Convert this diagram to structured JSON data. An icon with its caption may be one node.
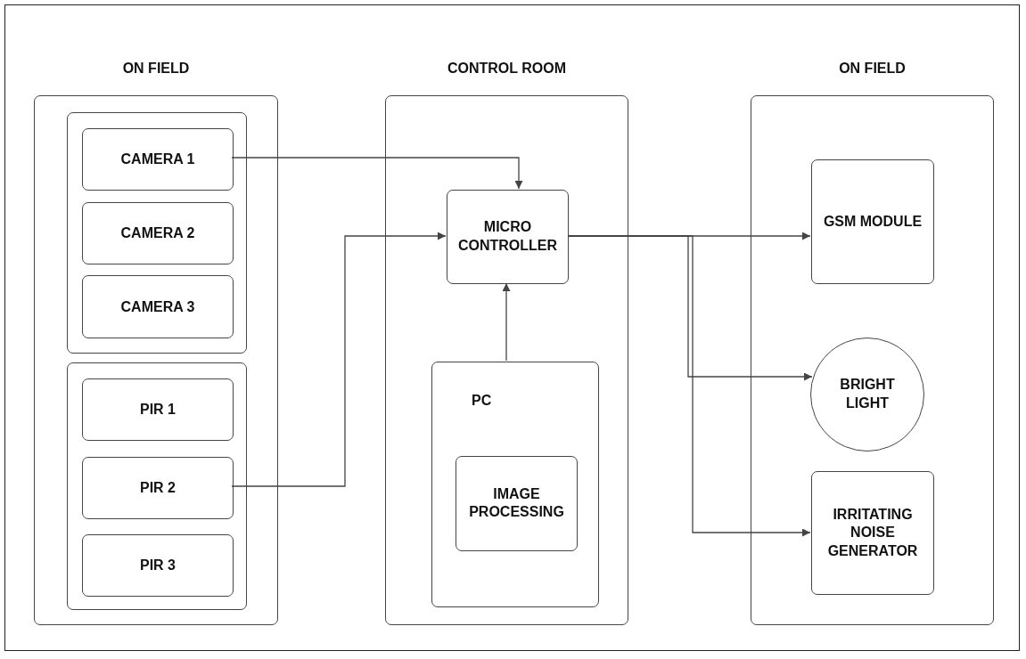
{
  "diagram": {
    "nodes": [
      {
        "text": [
          "ON FIELD"
        ]
      },
      {
        "text": [],
        "shape": "box",
        "in": 0
      },
      {
        "text": [
          "CAMERA 1"
        ],
        "in": 1
      },
      {
        "text": [
          "CAMERA 2"
        ],
        "in": 1
      },
      {
        "text": [
          "CAMERA 3"
        ],
        "in": 1
      },
      {
        "text": [],
        "shape": "box",
        "in": 0
      },
      {
        "text": [
          "PIR 1"
        ],
        "in": 5
      },
      {
        "text": [
          "PIR 2"
        ],
        "in": 5
      },
      {
        "text": [
          "PIR 3"
        ],
        "in": 5
      },
      {
        "text": [
          "CONTROL ROOM"
        ]
      },
      {
        "text": [
          "MICRO CONTROLLER"
        ],
        "in": 9
      },
      {
        "text": [
          "PC"
        ],
        "in": 9
      },
      {
        "text": [
          "IMAGE PROCESSING"
        ],
        "in": 11
      },
      {
        "text": [
          "ON FIELD"
        ]
      },
      {
        "text": [
          "GSM MODULE"
        ],
        "in": 13
      },
      {
        "text": [
          "BRIGHT LIGHT"
        ],
        "in": 13
      },
      {
        "text": [
          "IRRITATING NOISE GENERATOR"
        ],
        "in": 13
      }
    ],
    "edges": [
      {
        "from": 2,
        "to": 10,
        "arrow": "to"
      },
      {
        "from": 7,
        "to": 10,
        "arrow": "to"
      },
      {
        "from": 11,
        "to": 10,
        "arrow": "to"
      },
      {
        "from": 10,
        "to": 14,
        "arrow": "to"
      },
      {
        "from": 10,
        "to": 15,
        "arrow": "to"
      },
      {
        "from": 10,
        "to": 16,
        "arrow": "to"
      }
    ]
  }
}
